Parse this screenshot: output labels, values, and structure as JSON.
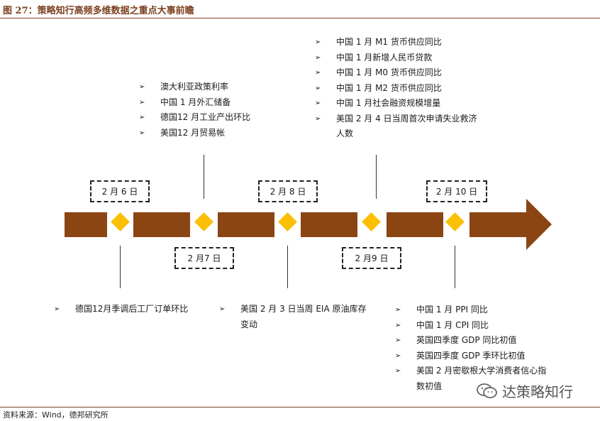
{
  "figure": {
    "title": "图 27：策略知行高频多维数据之重点大事前瞻",
    "source": "资料来源：Wind，德邦研究所"
  },
  "watermark": {
    "text": "达策略知行",
    "icon": "wechat-icon"
  },
  "colors": {
    "bar": "#8b4513",
    "diamond": "#fbbf05",
    "title": "#7b3f1e"
  },
  "dates": {
    "feb6": "2 月 6 日",
    "feb7": "2 月7 日",
    "feb8": "2 月 8 日",
    "feb9": "2 月9 日",
    "feb10": "2 月 10 日"
  },
  "events": {
    "feb6": [
      "德国12月季调后工厂订单环比"
    ],
    "feb7": [
      "澳大利亚政策利率",
      "中国 1 月外汇储备",
      "德国12 月工业产出环比",
      "美国12 月贸易帐"
    ],
    "feb8": [
      "美国 2 月 3 日当周 EIA 原油库存",
      "变动"
    ],
    "feb9": [
      "中国 1 月 M1 货币供应同比",
      "中国 1 月新增人民币贷款",
      "中国 1 月 M0 货币供应同比",
      "中国 1 月 M2 货币供应同比",
      "中国 1 月社会融资规模增量",
      "美国 2 月 4 日当周首次申请失业救济",
      "人数"
    ],
    "feb10": [
      "中国 1 月 PPI 同比",
      "中国 1 月 CPI 同比",
      "英国四季度 GDP 同比初值",
      "英国四季度 GDP 季环比初值",
      "美国 2 月密歇根大学消费者信心指",
      "数初值"
    ]
  },
  "bullet": "➢"
}
